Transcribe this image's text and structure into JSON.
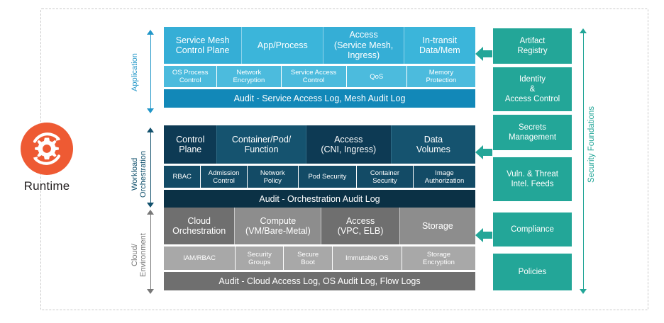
{
  "colors": {
    "app_main": "#35aed6",
    "app_main_alt": "#3bb5da",
    "app_sub": "#4cbbdd",
    "app_audit": "#1288b8",
    "app_accent": "#2196c8",
    "wl_main": "#0d3a54",
    "wl_main_alt": "#15536f",
    "wl_sub": "#134b66",
    "wl_audit": "#0b3145",
    "wl_accent": "#12516d",
    "cl_main": "#6f6f6f",
    "cl_main_alt": "#8d8d8d",
    "cl_sub": "#a8a8a8",
    "cl_audit": "#6f6f6f",
    "cl_accent": "#787878",
    "teal": "#23a698",
    "orange": "#ee5a33",
    "frame": "#c9c9c9"
  },
  "runtime": {
    "label": "Runtime",
    "icon": "runtime-gear-refresh-icon"
  },
  "layers": [
    {
      "id": "application",
      "side_label": "Application",
      "main_row": [
        {
          "label": "Service Mesh\nControl Plane",
          "flex": 110
        },
        {
          "label": "App/Process",
          "flex": 115
        },
        {
          "label": "Access\n(Service Mesh,\nIngress)",
          "flex": 113
        },
        {
          "label": "In-transit\nData/Mem",
          "flex": 101
        }
      ],
      "sub_row": [
        {
          "label": "OS Process\nControl",
          "flex": 75
        },
        {
          "label": "Network\nEncryption",
          "flex": 90
        },
        {
          "label": "Service Access\nControl",
          "flex": 92
        },
        {
          "label": "QoS",
          "flex": 85
        },
        {
          "label": "Memory\nProtection",
          "flex": 97
        }
      ],
      "audit": "Audit - Service Access Log, Mesh Audit Log"
    },
    {
      "id": "workload-orchestration",
      "side_label": "Workload\nOrchestration",
      "main_row": [
        {
          "label": "Control\nPlane",
          "flex": 75
        },
        {
          "label": "Container/Pod/\nFunction",
          "flex": 125
        },
        {
          "label": "Access\n(CNI, Ingress)",
          "flex": 120
        },
        {
          "label": "Data\nVolumes",
          "flex": 119
        }
      ],
      "sub_row": [
        {
          "label": "RBAC",
          "flex": 52
        },
        {
          "label": "Admission\nControl",
          "flex": 65
        },
        {
          "label": "Network\nPolicy",
          "flex": 72
        },
        {
          "label": "Pod Security",
          "flex": 82
        },
        {
          "label": "Container\nSecurity",
          "flex": 80
        },
        {
          "label": "Image\nAuthorization",
          "flex": 88
        }
      ],
      "audit": "Audit - Orchestration Audit Log"
    },
    {
      "id": "cloud-environment",
      "side_label": "Cloud/\nEnvironment",
      "main_row": [
        {
          "label": "Cloud\nOrchestration",
          "flex": 100
        },
        {
          "label": "Compute\n(VM/Bare-Metal)",
          "flex": 122
        },
        {
          "label": "Access\n(VPC, ELB)",
          "flex": 110
        },
        {
          "label": "Storage",
          "flex": 107
        }
      ],
      "sub_row": [
        {
          "label": "IAM/RBAC",
          "flex": 101
        },
        {
          "label": "Security\nGroups",
          "flex": 68
        },
        {
          "label": "Secure\nBoot",
          "flex": 68
        },
        {
          "label": "Immutable OS",
          "flex": 98
        },
        {
          "label": "Storage\nEncryption",
          "flex": 104
        }
      ],
      "audit": "Audit - Cloud Access Log, OS Audit Log, Flow Logs"
    }
  ],
  "security_foundations": {
    "axis_label": "Security Foundations",
    "items": [
      {
        "label": "Artifact\nRegistry"
      },
      {
        "label": "Identity\n&\nAccess Control"
      },
      {
        "label": "Secrets\nManagement"
      },
      {
        "label": "Vuln. & Threat\nIntel. Feeds"
      },
      {
        "label": "Compliance"
      },
      {
        "label": "Policies"
      }
    ]
  },
  "inbound_arrows": [
    {
      "name": "arrow-to-application"
    },
    {
      "name": "arrow-to-workload"
    },
    {
      "name": "arrow-to-cloud"
    }
  ]
}
